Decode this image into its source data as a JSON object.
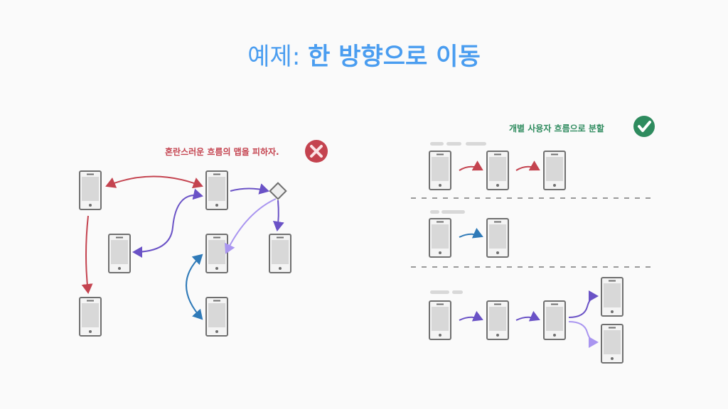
{
  "title": {
    "prefix": "예제:",
    "main": "한 방향으로 이동"
  },
  "bad_example": {
    "caption": "혼란스러운 흐름의 맵을 피하자.",
    "icon": "x-circle-icon",
    "color": "#c4434f"
  },
  "good_example": {
    "caption": "개별 사용자 흐름으로 분할",
    "icon": "check-circle-icon",
    "color": "#2e8b5e"
  },
  "colors": {
    "title": "#4a9df0",
    "red": "#c4434f",
    "purple": "#6a52c6",
    "light_purple": "#a995f0",
    "blue": "#2f7ab8"
  }
}
